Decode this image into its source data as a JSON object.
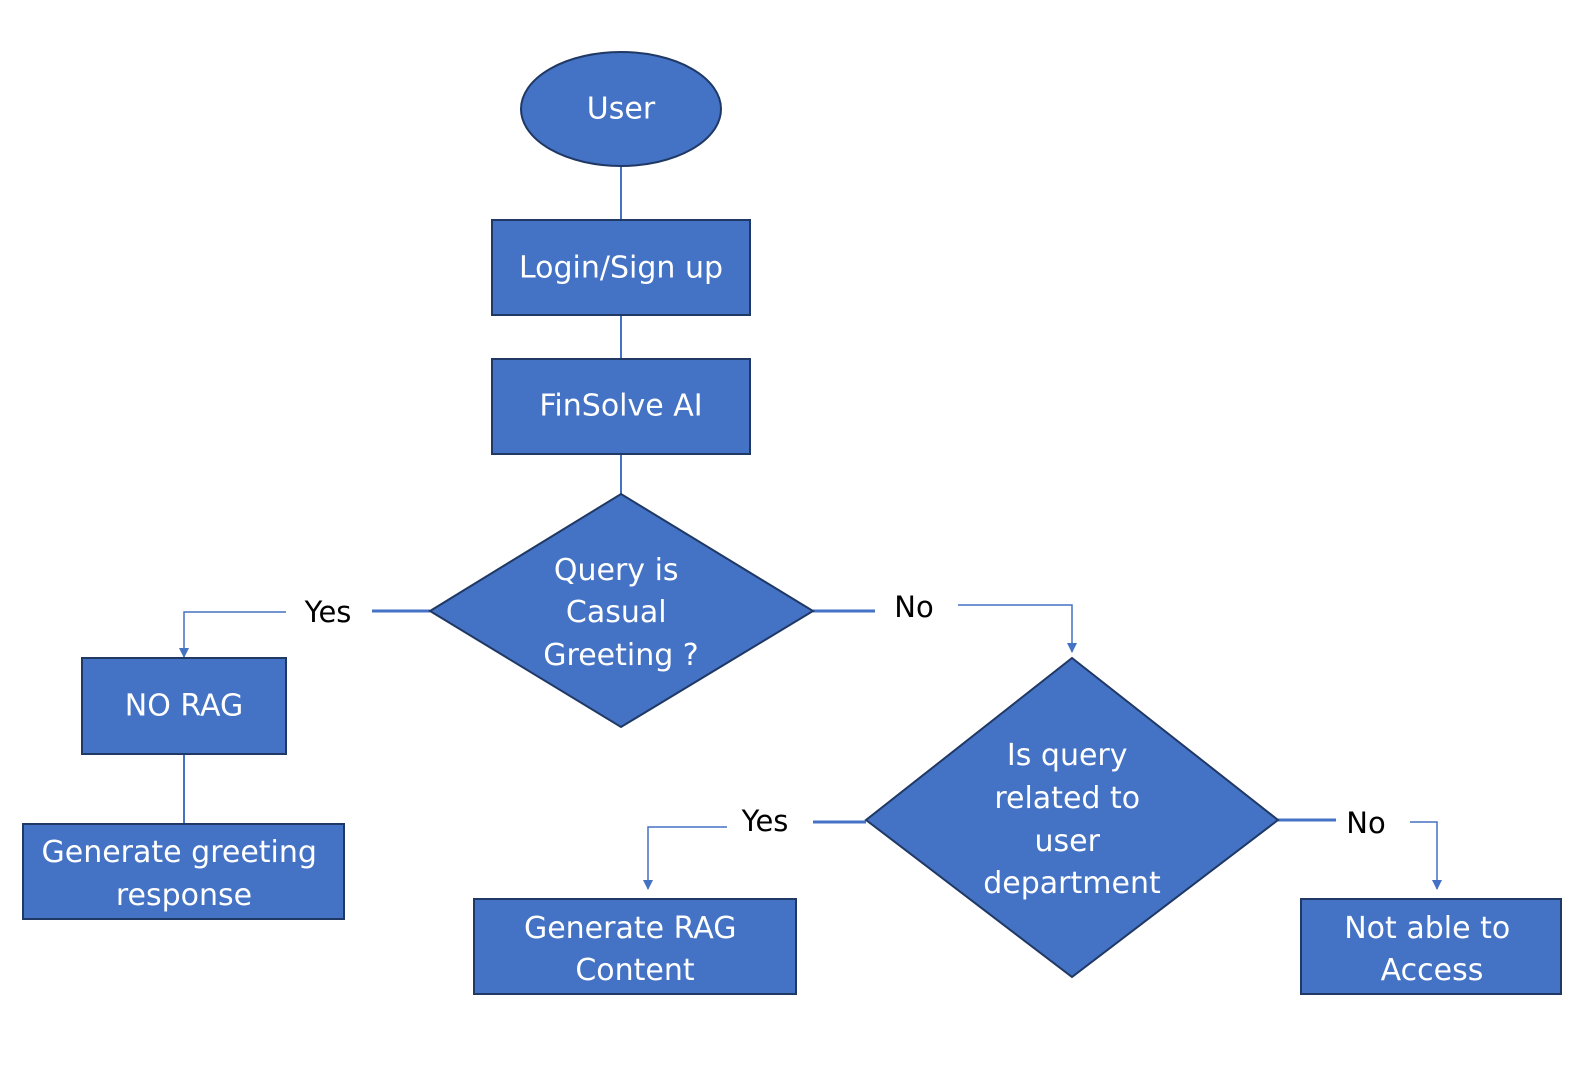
{
  "colors": {
    "shape_fill": "#4472C4",
    "shape_stroke": "#1F3864",
    "connector": "#4472C4",
    "label_text": "#000000",
    "shape_text": "#FFFFFF"
  },
  "nodes": {
    "user": {
      "label": "User",
      "shape": "ellipse"
    },
    "login": {
      "label": "Login/Sign up",
      "shape": "rectangle"
    },
    "finsolve": {
      "label": "FinSolve AI",
      "shape": "rectangle"
    },
    "casual_decision": {
      "lines": [
        "Query is",
        "Casual",
        "Greeting ?"
      ],
      "shape": "diamond"
    },
    "no_rag": {
      "label": "NO RAG",
      "shape": "rectangle"
    },
    "greeting_response": {
      "lines": [
        "Generate greeting",
        "response"
      ],
      "shape": "rectangle"
    },
    "department_decision": {
      "lines": [
        "Is query",
        "related to",
        "user",
        "department"
      ],
      "shape": "diamond"
    },
    "rag_content": {
      "lines": [
        "Generate RAG",
        "Content"
      ],
      "shape": "rectangle"
    },
    "no_access": {
      "lines": [
        "Not able to",
        "Access"
      ],
      "shape": "rectangle"
    }
  },
  "edge_labels": {
    "casual_yes": "Yes",
    "casual_no": "No",
    "department_yes": "Yes",
    "department_no": "No"
  }
}
